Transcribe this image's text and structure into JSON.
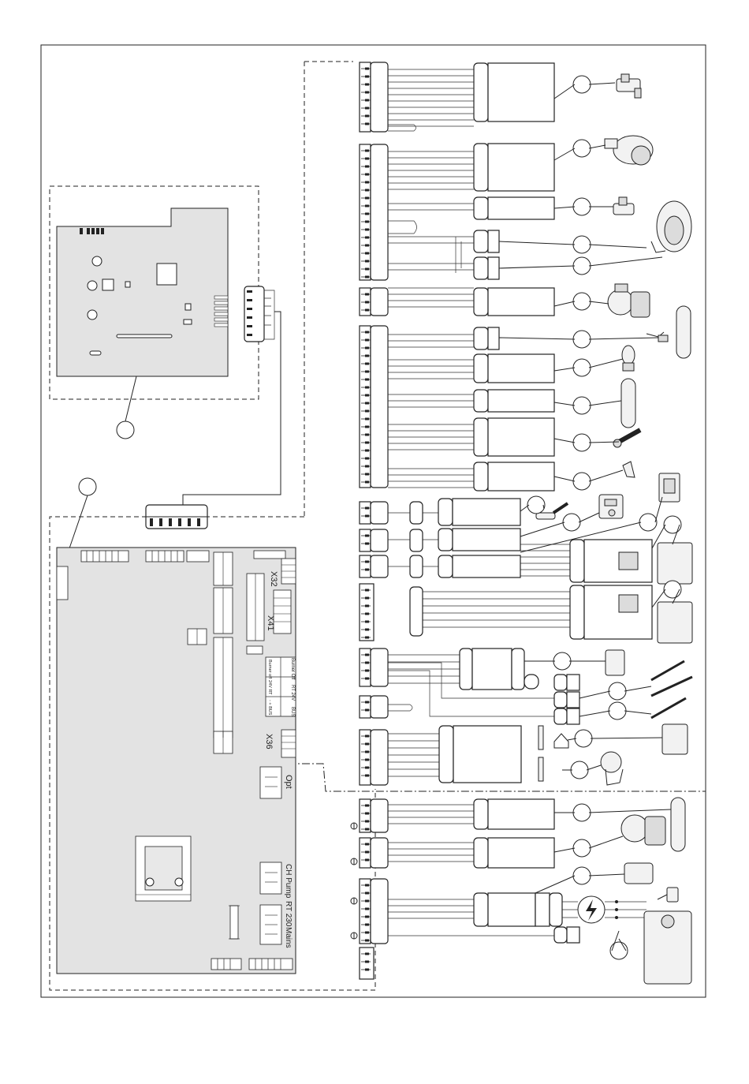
{
  "board_labels": {
    "x32": "X32",
    "x41": "X41",
    "x36": "X36",
    "opt": "Opt",
    "ch_pump": "CH Pump",
    "rt_230": "RT 230",
    "mains": "Mains",
    "burner_off_header": "Burner Off",
    "rt_24v_header": "RT 24V",
    "bus_header": "BUS",
    "burner_off_cell": "Burner off",
    "rt_24v_cell": "24V RT",
    "bus_cell": "- + BUS"
  },
  "colors": {
    "board_fill": "#e3e3e3",
    "line": "#222222",
    "background": "#ffffff"
  },
  "icons": [
    "earth-ground-icon",
    "mains-lightning-icon",
    "push-button-icon",
    "temperature-sensor-icon"
  ]
}
